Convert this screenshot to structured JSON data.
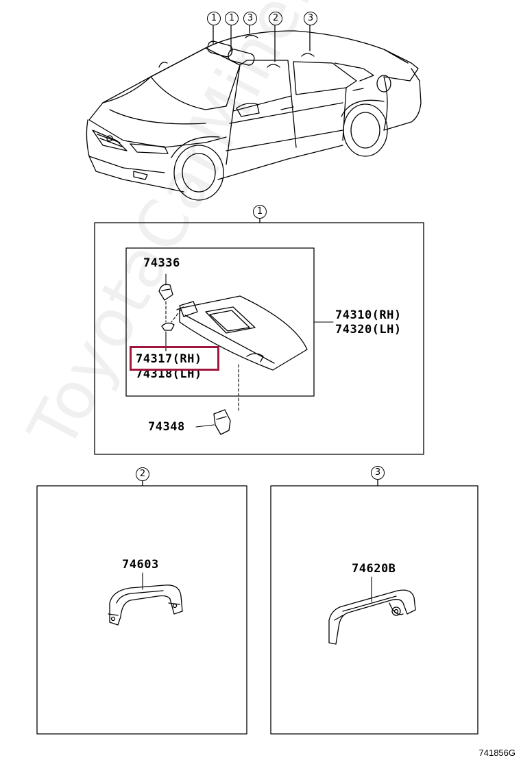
{
  "callouts": {
    "c1": "1",
    "c2": "2",
    "c3": "3"
  },
  "parts": {
    "p74336": "74336",
    "p74310": "74310(RH)",
    "p74320": "74320(LH)",
    "p74317": "74317(RH)",
    "p74318": "74318(LH)",
    "p74348": "74348",
    "p74603": "74603",
    "p74620B": "74620B"
  },
  "illustration_code": "741856G",
  "watermark": "ToyotaCarMine.ru",
  "colors": {
    "line": "#000000",
    "highlight": "#a0173d"
  },
  "icons": [
    "car-outline-icon",
    "sun-visor-icon",
    "visor-clip-icon",
    "visor-holder-icon",
    "assist-grip-icon",
    "coat-hook-grip-icon"
  ]
}
